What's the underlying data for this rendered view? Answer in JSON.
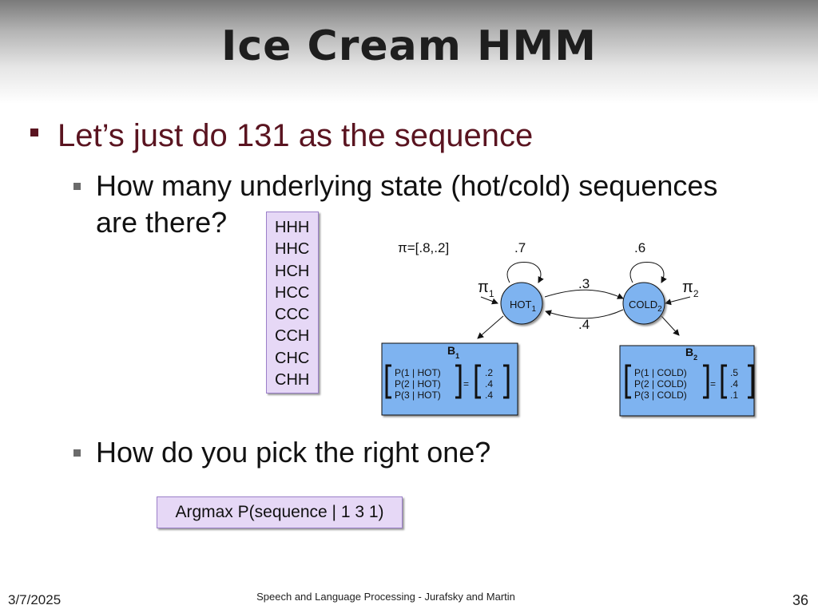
{
  "slide": {
    "title": "Ice Cream HMM",
    "bullet": "Let’s just do 131 as the sequence",
    "sub1_line1": "How many underlying state (hot/cold) sequences",
    "sub1_line2": "are there?",
    "sub2": "How do you pick the right one?",
    "sequences": [
      "HHH",
      "HHC",
      "HCH",
      "HCC",
      "CCC",
      "CCH",
      "CHC",
      "CHH"
    ],
    "argmax": "Argmax P(sequence | 1 3 1)"
  },
  "diagram": {
    "pi": "π=[.8,.2]",
    "self_hot": ".7",
    "self_cold": ".6",
    "hot_to_cold": ".3",
    "cold_to_hot": ".4",
    "pi1": "π",
    "pi1_sub": "1",
    "pi2": "π",
    "pi2_sub": "2",
    "hot_label": "HOT",
    "hot_sub": "1",
    "cold_label": "COLD",
    "cold_sub": "2",
    "b1": {
      "title": "B",
      "sub": "1",
      "rows": [
        "P(1 | HOT)",
        "P(2 | HOT)",
        "P(3 | HOT)"
      ],
      "eq": "=",
      "vals": [
        ".2",
        ".4",
        ".4"
      ]
    },
    "b2": {
      "title": "B",
      "sub": "2",
      "rows": [
        "P(1 | COLD)",
        "P(2 | COLD)",
        "P(3 | COLD)"
      ],
      "eq": "=",
      "vals": [
        ".5",
        ".4",
        ".1"
      ]
    },
    "node_color": "#7eb3f0",
    "box_color": "#7eb3f0"
  },
  "footer": {
    "date": "3/7/2025",
    "credit": "Speech and Language Processing - Jurafsky and Martin",
    "page": "36"
  }
}
